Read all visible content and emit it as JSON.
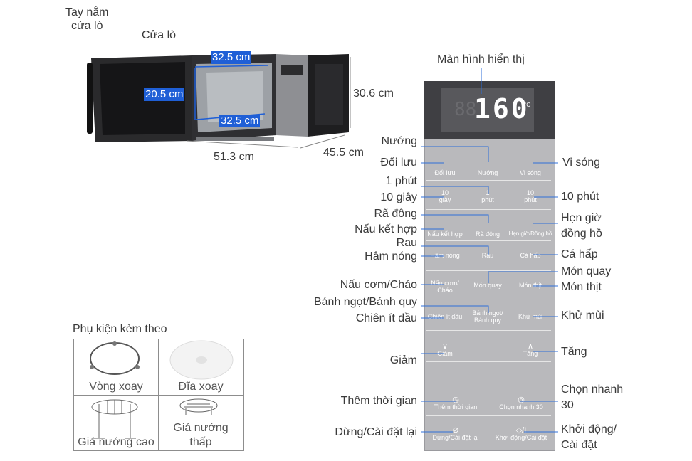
{
  "oven_labels": {
    "handle": "Tay nắm\ncửa lò",
    "door": "Cửa lò",
    "width_inner": "32.5 cm",
    "height_inner": "20.5 cm",
    "depth_inner": "32.5 cm",
    "height_outer": "30.6 cm",
    "width_outer": "51.3 cm",
    "depth_outer": "45.5 cm"
  },
  "panel": {
    "display_label": "Màn hình hiển thị",
    "display_value": "160",
    "display_unit": "°C",
    "buttons": {
      "doi_luu": "Đối lưu",
      "nuong": "Nướng",
      "vi_song": "Vi sóng",
      "one_min": "1\nphút",
      "ten_sec": "10\ngiây",
      "ten_min": "10\nphút",
      "nau_ket_hop": "Nấu kết hợp",
      "ra_dong": "Rã đông",
      "hen_gio": "Hẹn giờ/Đồng hồ",
      "ham_nong": "Hâm nóng",
      "rau": "Rau",
      "ca_hap": "Cá hấp",
      "nau_com": "Nấu cơm/\nCháo",
      "mon_quay": "Món quay",
      "mon_thit": "Món thịt",
      "chien_it_dau": "Chiên ít dầu",
      "banh_ngot": "Bánh ngọt/\nBánh quy",
      "khu_mui": "Khử mùi",
      "giam": "Giảm",
      "tang": "Tăng",
      "them_thoi_gian": "Thêm thời gian",
      "chon_nhanh": "Chọn nhanh 30",
      "dung": "Dừng/Cài đặt lại",
      "khoi_dong": "Khởi động/Cài đặt"
    }
  },
  "callouts": {
    "nuong": "Nướng",
    "doi_luu": "Đối lưu",
    "vi_song": "Vi sóng",
    "one_min": "1 phút",
    "ten_sec": "10 giây",
    "ten_min": "10 phút",
    "ra_dong": "Rã đông",
    "hen_gio": "Hẹn giờ\nđồng hồ",
    "nau_ket_hop": "Nấu kết hợp",
    "rau": "Rau",
    "ham_nong": "Hâm nóng",
    "ca_hap": "Cá hấp",
    "mon_quay": "Món quay",
    "nau_com": "Nấu cơm/Cháo",
    "mon_thit": "Món thịt",
    "banh_ngot": "Bánh ngọt/Bánh quy",
    "chien_it_dau": "Chiên ít dầu",
    "khu_mui": "Khử mùi",
    "tang": "Tăng",
    "giam": "Giảm",
    "them_thoi_gian": "Thêm thời gian",
    "chon_nhanh": "Chọn nhanh\n30",
    "dung": "Dừng/Cài đặt lại",
    "khoi_dong": "Khởi động/\nCài đặt"
  },
  "accessories": {
    "title": "Phụ kiện kèm theo",
    "items": [
      "Vòng xoay",
      "Đĩa xoay",
      "Giá nướng cao",
      "Giá nướng\nthấp"
    ]
  },
  "colors": {
    "dimension_tag": "#1f5fd6",
    "leader_line": "#2f6fd8",
    "panel": "#b9b9bc",
    "display": "#3f3f43"
  }
}
